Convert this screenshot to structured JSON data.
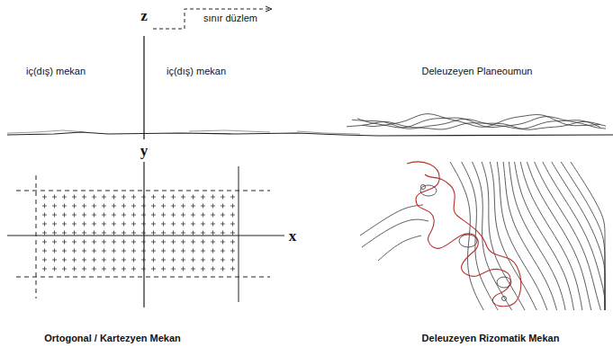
{
  "diagram": {
    "labels": [
      "z",
      "sınır düzlem",
      "iç(dış) mekan",
      "iç(dış) mekan",
      "Deleuzeyen Planeoumun",
      "y",
      "x",
      "Ortogonal / Kartezyen Mekan",
      "Deleuzeyen Rizomatik Mekan"
    ]
  }
}
